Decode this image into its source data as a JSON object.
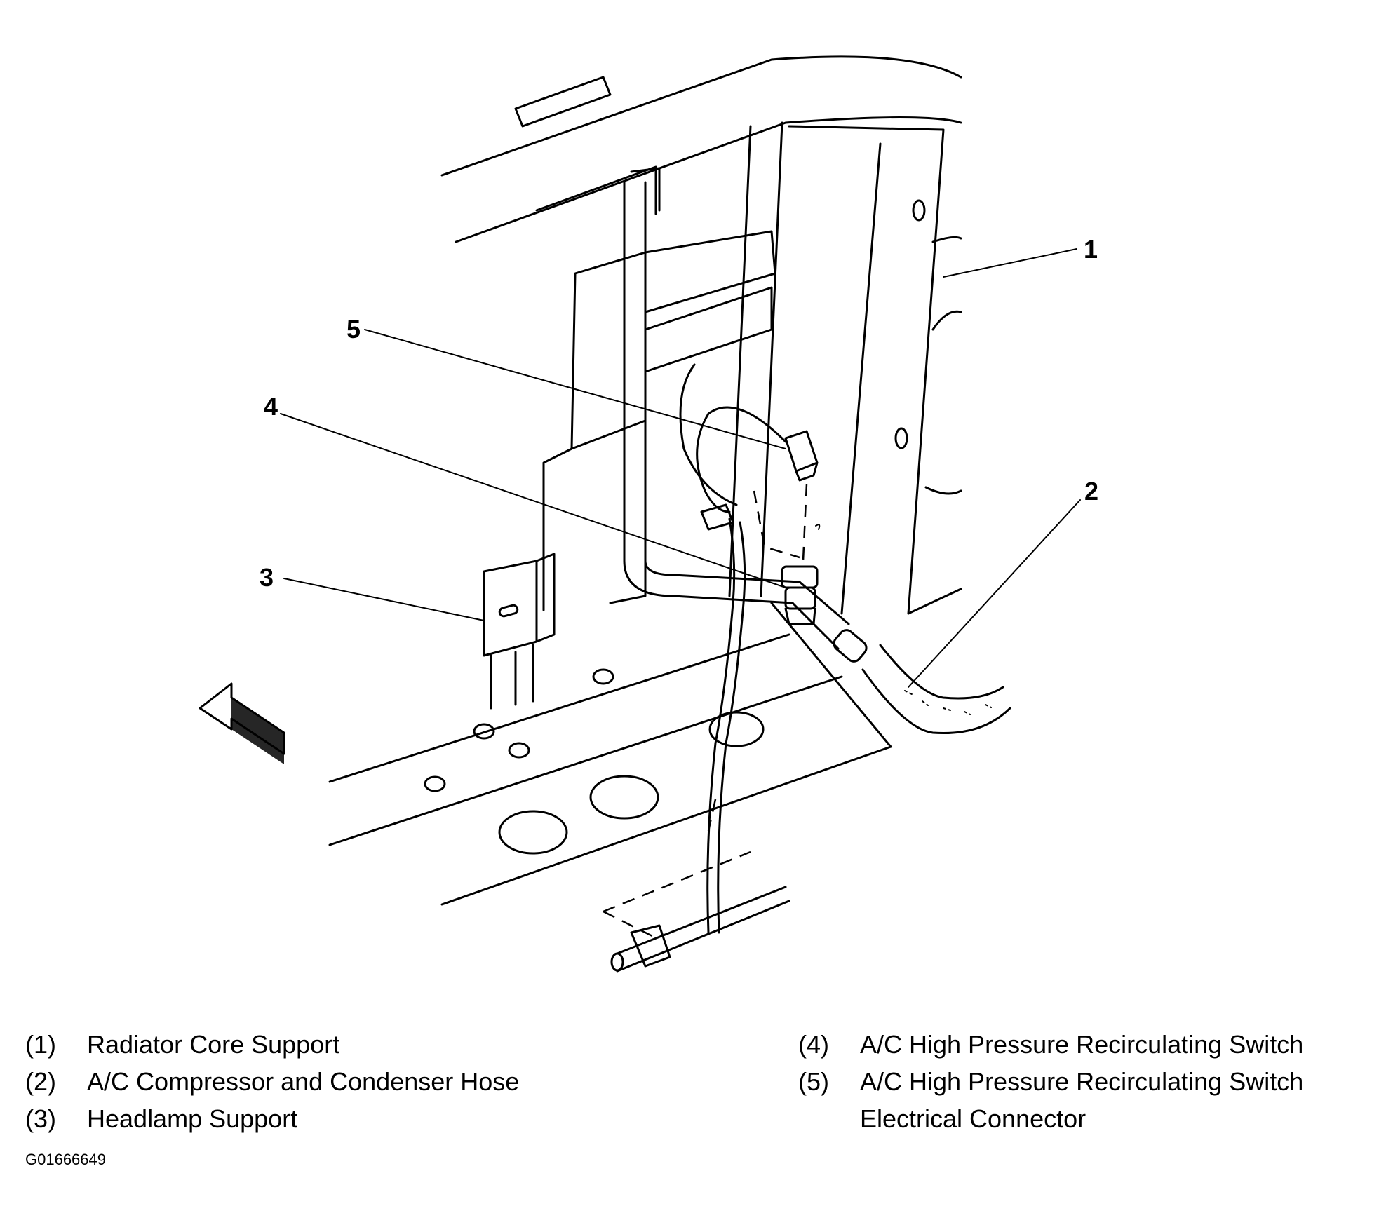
{
  "callouts": [
    "1",
    "2",
    "3",
    "4",
    "5"
  ],
  "legend": [
    {
      "num": "(1)",
      "text": "Radiator Core Support"
    },
    {
      "num": "(2)",
      "text": "A/C Compressor and Condenser Hose"
    },
    {
      "num": "(3)",
      "text": "Headlamp Support"
    },
    {
      "num": "(4)",
      "text": "A/C High Pressure Recirculating Switch"
    },
    {
      "num": "(5)",
      "text": "A/C High Pressure Recirculating Switch",
      "text2": "Electrical Connector"
    }
  ],
  "figure_id": "G01666649"
}
